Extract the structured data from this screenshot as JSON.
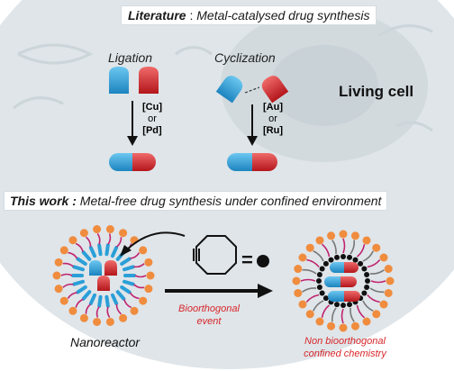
{
  "literature": {
    "heading": "Literature",
    "separator": " : ",
    "subtitle": "Metal-catalysed drug synthesis",
    "ligation_label": "Ligation",
    "cyclization_label": "Cyclization",
    "ligation_catalyst": [
      "[Cu]",
      "or",
      "[Pd]"
    ],
    "cyclization_catalyst": [
      "[Au]",
      "or",
      "[Ru]"
    ],
    "cell_label": "Living cell"
  },
  "this_work": {
    "heading": "This work :",
    "subtitle": "Metal-free drug synthesis under confined environment",
    "nanoreactor_label": "Nanoreactor",
    "event_label_line1": "Bioorthogonal",
    "event_label_line2": "event",
    "result_label_line1": "Non bioorthogonal",
    "result_label_line2": "confined chemistry"
  },
  "colors": {
    "blue_half": "#2a9fd8",
    "red_half": "#d8262a",
    "lipid_head": "#f08c3e",
    "lipid_tail": "#c0236f",
    "accent_text": "#d8262a",
    "cell_bg": "#dfe5e9"
  }
}
